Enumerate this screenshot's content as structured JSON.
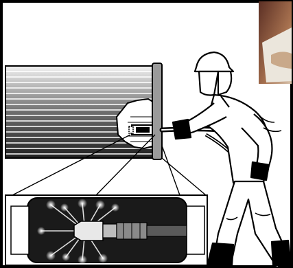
{
  "figure": {
    "caption": "",
    "components": [
      "heat-exchanger-tube-bundle",
      "tube-sheet-flange",
      "cutaway-view",
      "lance-nozzle",
      "high-pressure-hose",
      "worker-with-face-shield",
      "nozzle-detail-inset",
      "photo-fragment"
    ]
  },
  "colors": {
    "ink": "#000000",
    "paper": "#ffffff",
    "inset_bg": "#1a1a1a",
    "spray_glow": "#cccccc",
    "photo_skin": "#b07a55",
    "photo_cloth": "#e8e4dc"
  }
}
